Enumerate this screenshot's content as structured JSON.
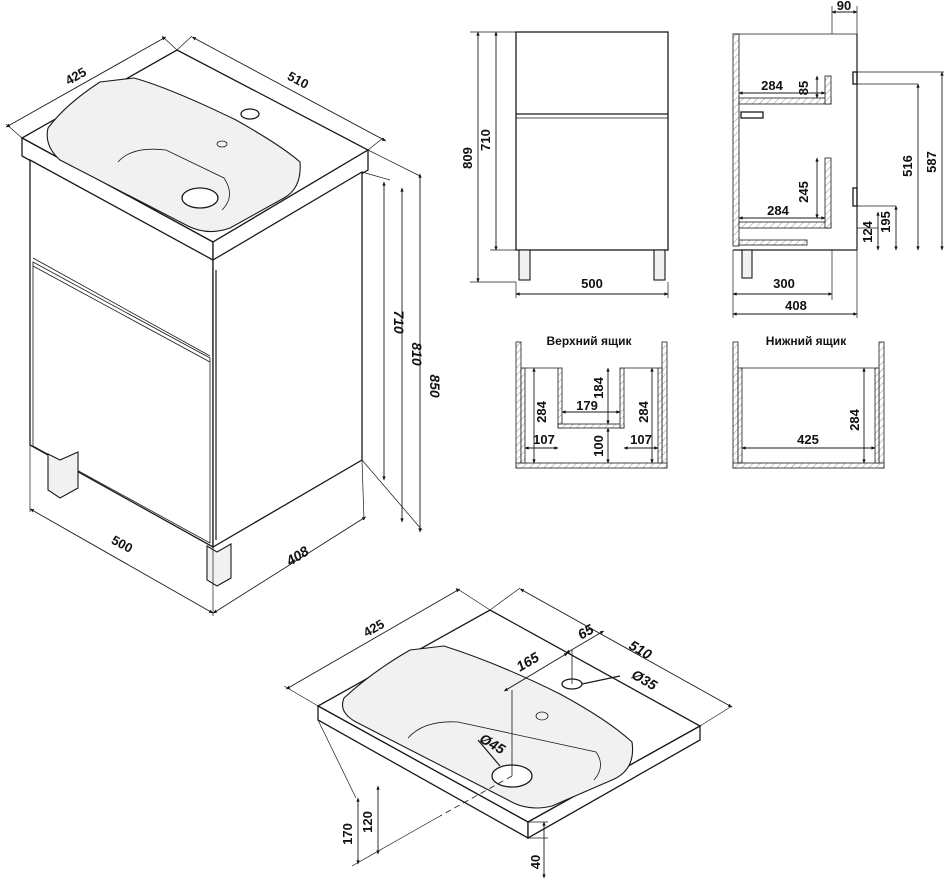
{
  "iso_cabinet": {
    "depth_top": "425",
    "width_top": "510",
    "height_carcass": "710",
    "height_no_basin": "810",
    "height_total": "850",
    "width_bottom": "500",
    "depth_bottom": "408"
  },
  "front_view": {
    "height_full": "809",
    "height_body": "710",
    "width": "500"
  },
  "side_section": {
    "offset_top": "90",
    "upper_inner": "284",
    "upper_height": "85",
    "lower_inner": "284",
    "lower_height": "245",
    "rail_low": "124",
    "rail_mid": "195",
    "rail_a": "516",
    "rail_b": "587",
    "bottom_depth": "300",
    "total_depth": "408"
  },
  "upper_drawer": {
    "caption": "Верхний ящик",
    "left_height": "284",
    "left_width": "107",
    "center_width": "179",
    "center_height": "184",
    "center_low": "100",
    "right_height": "284",
    "right_width": "107"
  },
  "lower_drawer": {
    "caption": "Нижний ящик",
    "width": "425",
    "height": "284"
  },
  "iso_basin": {
    "depth": "425",
    "tap_offset": "65",
    "width": "510",
    "drain_offset": "165",
    "tap_hole": "Ø35",
    "drain_hole": "Ø45",
    "height_outer": "170",
    "height_inner": "120",
    "rim": "40"
  }
}
